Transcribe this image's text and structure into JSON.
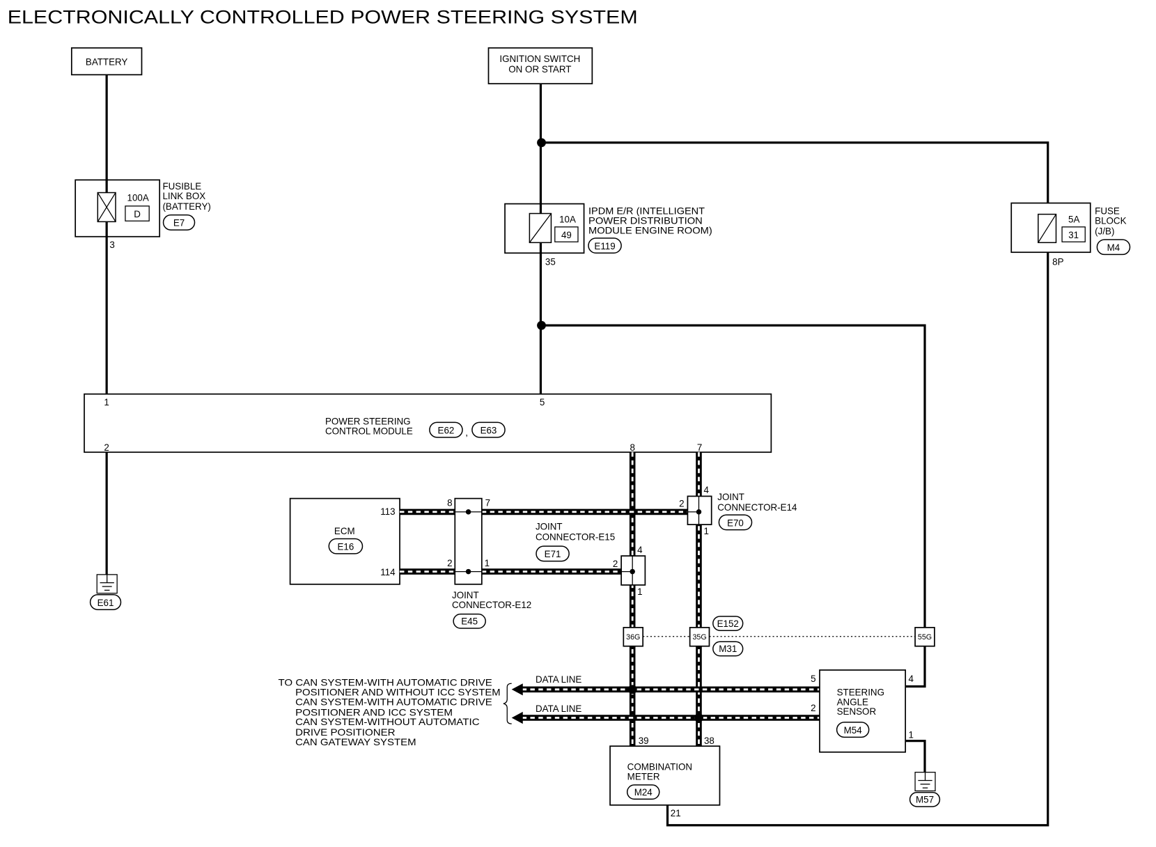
{
  "title": "ELECTRONICALLY CONTROLLED POWER STEERING SYSTEM",
  "colors": {
    "wire": "#000000",
    "background": "#ffffff"
  },
  "battery": {
    "label": "BATTERY"
  },
  "ignition_switch": {
    "label": [
      "IGNITION SWITCH",
      "ON OR START"
    ]
  },
  "fusible_link_box": {
    "rating": "100A",
    "fuse_no": "D",
    "label": [
      "FUSIBLE",
      "LINK BOX",
      "(BATTERY)"
    ],
    "connector": "E7",
    "pin": "3"
  },
  "ipdm": {
    "rating": "10A",
    "fuse_no": "49",
    "label": [
      "IPDM E/R (INTELLIGENT",
      "POWER DISTRIBUTION",
      "MODULE ENGINE ROOM)"
    ],
    "connector": "E119",
    "pin": "35"
  },
  "fuse_block": {
    "rating": "5A",
    "fuse_no": "31",
    "label": [
      "FUSE",
      "BLOCK",
      "(J/B)"
    ],
    "connector": "M4",
    "pin": "8P"
  },
  "pscm": {
    "label": [
      "POWER STEERING",
      "CONTROL MODULE"
    ],
    "connectors": [
      "E62",
      "E63"
    ],
    "separator": ",",
    "pins": [
      "1",
      "5",
      "2",
      "8",
      "7"
    ]
  },
  "pscm_ground": {
    "connector": "E61"
  },
  "ecm": {
    "label": "ECM",
    "connector": "E16",
    "pins": [
      "113",
      "114"
    ]
  },
  "joint_e12": {
    "label": [
      "JOINT",
      "CONNECTOR-E12"
    ],
    "connector": "E45",
    "pins": [
      "8",
      "7",
      "2",
      "1"
    ]
  },
  "joint_e15": {
    "label": [
      "JOINT",
      "CONNECTOR-E15"
    ],
    "connector": "E71",
    "pins": [
      "4",
      "2",
      "1"
    ]
  },
  "joint_e14": {
    "label": [
      "JOINT",
      "CONNECTOR-E14"
    ],
    "connector": "E70",
    "pins": [
      "4",
      "2",
      "1"
    ]
  },
  "harness_connector": {
    "pins": [
      "36G",
      "35G",
      "55G"
    ],
    "connectors": [
      "E152",
      "M31"
    ]
  },
  "data_line": {
    "labels": [
      "DATA LINE",
      "DATA LINE"
    ]
  },
  "can_destinations": [
    "TO CAN SYSTEM-WITH AUTOMATIC DRIVE",
    "POSITIONER AND WITHOUT ICC SYSTEM",
    "CAN SYSTEM-WITH AUTOMATIC DRIVE",
    "POSITIONER AND ICC SYSTEM",
    "CAN SYSTEM-WITHOUT AUTOMATIC",
    "DRIVE POSITIONER",
    "CAN GATEWAY SYSTEM"
  ],
  "steering_angle_sensor": {
    "label": [
      "STEERING",
      "ANGLE",
      "SENSOR"
    ],
    "connector": "M54",
    "pins": [
      "5",
      "2",
      "4",
      "1"
    ]
  },
  "sensor_ground": {
    "connector": "M57"
  },
  "combination_meter": {
    "label": [
      "COMBINATION",
      "METER"
    ],
    "connector": "M24",
    "pins": [
      "39",
      "38",
      "21"
    ]
  }
}
